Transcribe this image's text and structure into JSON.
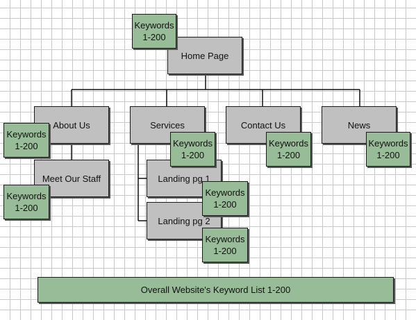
{
  "pages": {
    "home": "Home Page",
    "about": "About Us",
    "services": "Services",
    "contact": "Contact Us",
    "news": "News",
    "staff": "Meet Our Staff",
    "landing1": "Landing pg 1",
    "landing2": "Landing pg 2"
  },
  "keywords": {
    "line1": "Keywords",
    "line2": "1-200"
  },
  "overall": "Overall Website's Keyword List 1-200",
  "colors": {
    "page_box": "#c0c0c0",
    "keyword_box": "#98bb98",
    "border": "#1a1a1a",
    "grid": "#c8c8c8"
  }
}
